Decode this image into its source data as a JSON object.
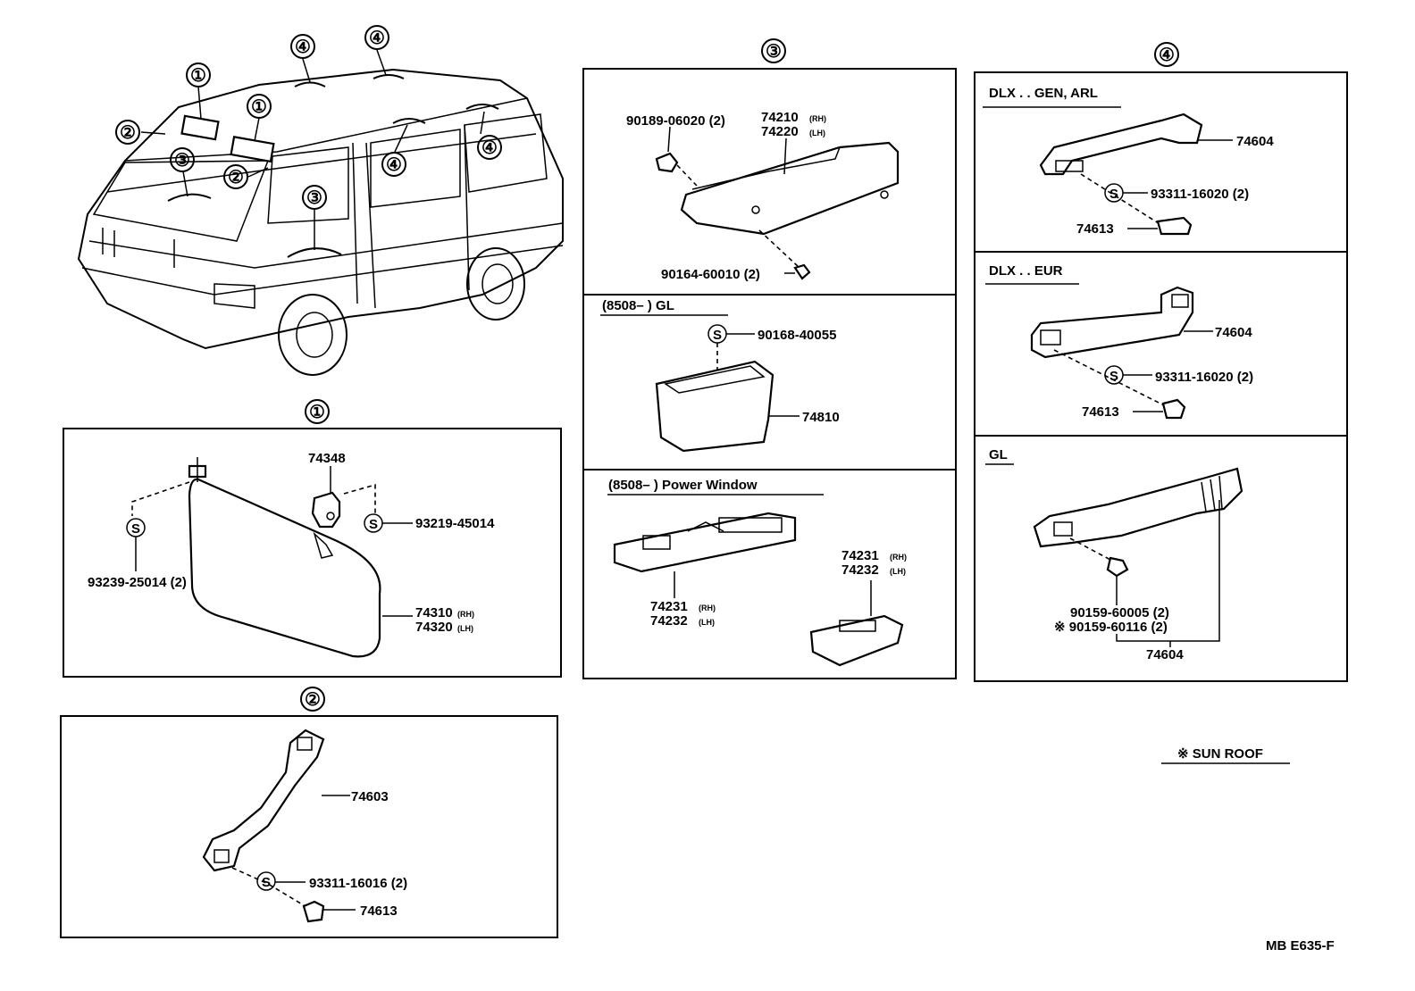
{
  "markers": {
    "one": "①",
    "two": "②",
    "three": "③",
    "four": "④"
  },
  "footer": {
    "sunroof_legend": "※  SUN ROOF",
    "drawing_code": "MB E635-F"
  },
  "panel1": {
    "part_74348": "74348",
    "s_symbol": "S",
    "part_93219": "93219-45014",
    "part_93239": "93239-25014 (2)",
    "part_74310": "74310",
    "part_74310_side": "(RH)",
    "part_74320": "74320",
    "part_74320_side": "(LH)"
  },
  "panel2": {
    "part_74603": "74603",
    "part_93311": "93311-16016 (2)",
    "part_74613": "74613"
  },
  "panel3": {
    "top": {
      "part_90189": "90189-06020 (2)",
      "part_74210": "74210",
      "part_74210_side": "(RH)",
      "part_74220": "74220",
      "part_74220_side": "(LH)",
      "part_90164": "90164-60010 (2)"
    },
    "mid": {
      "title": "(8508–        ) GL",
      "part_90168": "90168-40055",
      "part_74810": "74810"
    },
    "bottom": {
      "title": "(8508–          ) Power Window",
      "part_74231_a": "74231",
      "part_74231_a_side": "(RH)",
      "part_74232_a": "74232",
      "part_74232_a_side": "(LH)",
      "part_74231_b": "74231",
      "part_74231_b_side": "(RH)",
      "part_74232_b": "74232",
      "part_74232_b_side": "(LH)"
    }
  },
  "panel4": {
    "top": {
      "title": "DLX . . GEN, ARL",
      "part_74604": "74604",
      "part_93311": "93311-16020 (2)",
      "part_74613": "74613"
    },
    "mid": {
      "title": "DLX . . EUR",
      "part_74604": "74604",
      "part_93311": "93311-16020 (2)",
      "part_74613": "74613"
    },
    "bottom": {
      "title": "GL",
      "part_90159_a": "90159-60005 (2)",
      "part_90159_b": "※ 90159-60116 (2)",
      "part_74604": "74604"
    }
  }
}
